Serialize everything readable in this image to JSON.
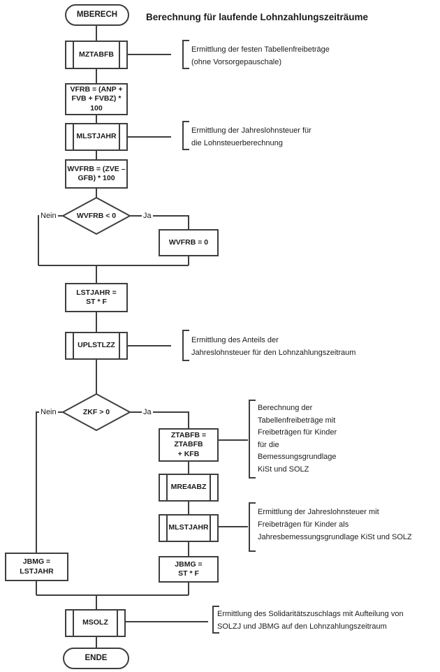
{
  "title": "Berechnung für laufende Lohnzahlungszeiträume",
  "nodes": {
    "start": "MBERECH",
    "mztabfb": "MZTABFB",
    "vfrb": "VFRB = (ANP +\nFVB + FVBZ) *\n100",
    "mlstjahr1": "MLSTJAHR",
    "wvfrb_calc": "WVFRB = (ZVE –\nGFB) * 100",
    "decision1": "WVFRB < 0",
    "wvfrb_zero": "WVFRB = 0",
    "lstjahr": "LSTJAHR =\nST * F",
    "uplstlzz": "UPLSTLZZ",
    "decision2": "ZKF > 0",
    "ztabfb": "ZTABFB =\nZTABFB\n+ KFB",
    "mre4abz": "MRE4ABZ",
    "mlstjahr2": "MLSTJAHR",
    "jbmg_st": "JBMG =\nST * F",
    "jbmg_lstjahr": "JBMG =\nLSTJAHR",
    "msolz": "MSOLZ",
    "ende": "ENDE"
  },
  "edge_labels": {
    "d1_no": "Nein",
    "d1_yes": "Ja",
    "d2_no": "Nein",
    "d2_yes": "Ja"
  },
  "annotations": {
    "mztabfb": "Ermittlung der festen Tabellenfreibeträge\n(ohne Vorsorgepauschale)",
    "mlstjahr1": "Ermittlung der Jahreslohnsteuer für\ndie Lohnsteuerberechnung",
    "uplstlzz": "Ermittlung des Anteils der\nJahreslohnsteuer für den Lohnzahlungszeitraum",
    "ztabfb": "Berechnung der\nTabellenfreibeträge mit\nFreibeträgen für Kinder\nfür die\nBemessungsgrundlage\nKiSt und SOLZ",
    "mlstjahr2": "Ermittlung der Jahreslohnsteuer mit\nFreibeträgen für Kinder als\nJahresbemessungsgrundlage KiSt und SOLZ",
    "msolz": "Ermittlung des Solidaritätszuschlags mit Aufteilung von\nSOLZJ und JBMG auf den Lohnzahlungszeitraum"
  },
  "colors": {
    "line": "#3e3e3e",
    "text": "#1b1b1b",
    "background": "#ffffff"
  }
}
